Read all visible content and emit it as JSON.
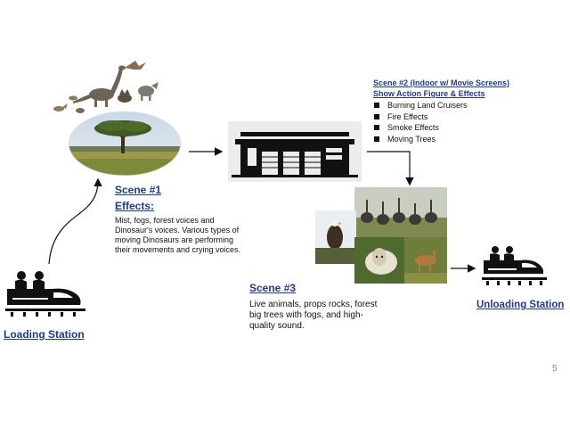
{
  "page_number": "5",
  "loading_station": {
    "label": "Loading Station"
  },
  "unloading_station": {
    "label": "Unloading Station"
  },
  "scene1": {
    "title": "Scene #1",
    "subtitle": "Effects:",
    "description": "Mist, fogs, forest voices and Dinosaur's voices. Various types of moving Dinosaurs are performing their movements and crying voices."
  },
  "scene2": {
    "title": "Scene #2 (Indoor w/ Movie Screens)",
    "subtitle": "Show Action Figure & Effects",
    "effects": [
      "Burning Land Cruisers",
      "Fire Effects",
      "Smoke Effects",
      "Moving Trees"
    ]
  },
  "scene3": {
    "title": "Scene #3",
    "description": "Live animals, props rocks, forest big trees with fogs, and high-quality sound."
  },
  "colors": {
    "title_blue": "#1f3a8a",
    "black": "#111111"
  },
  "icons": [
    "train-icon",
    "dinosaurs-icon",
    "savanna-tree-icon",
    "warehouse-icon",
    "animals-photo-icon"
  ]
}
